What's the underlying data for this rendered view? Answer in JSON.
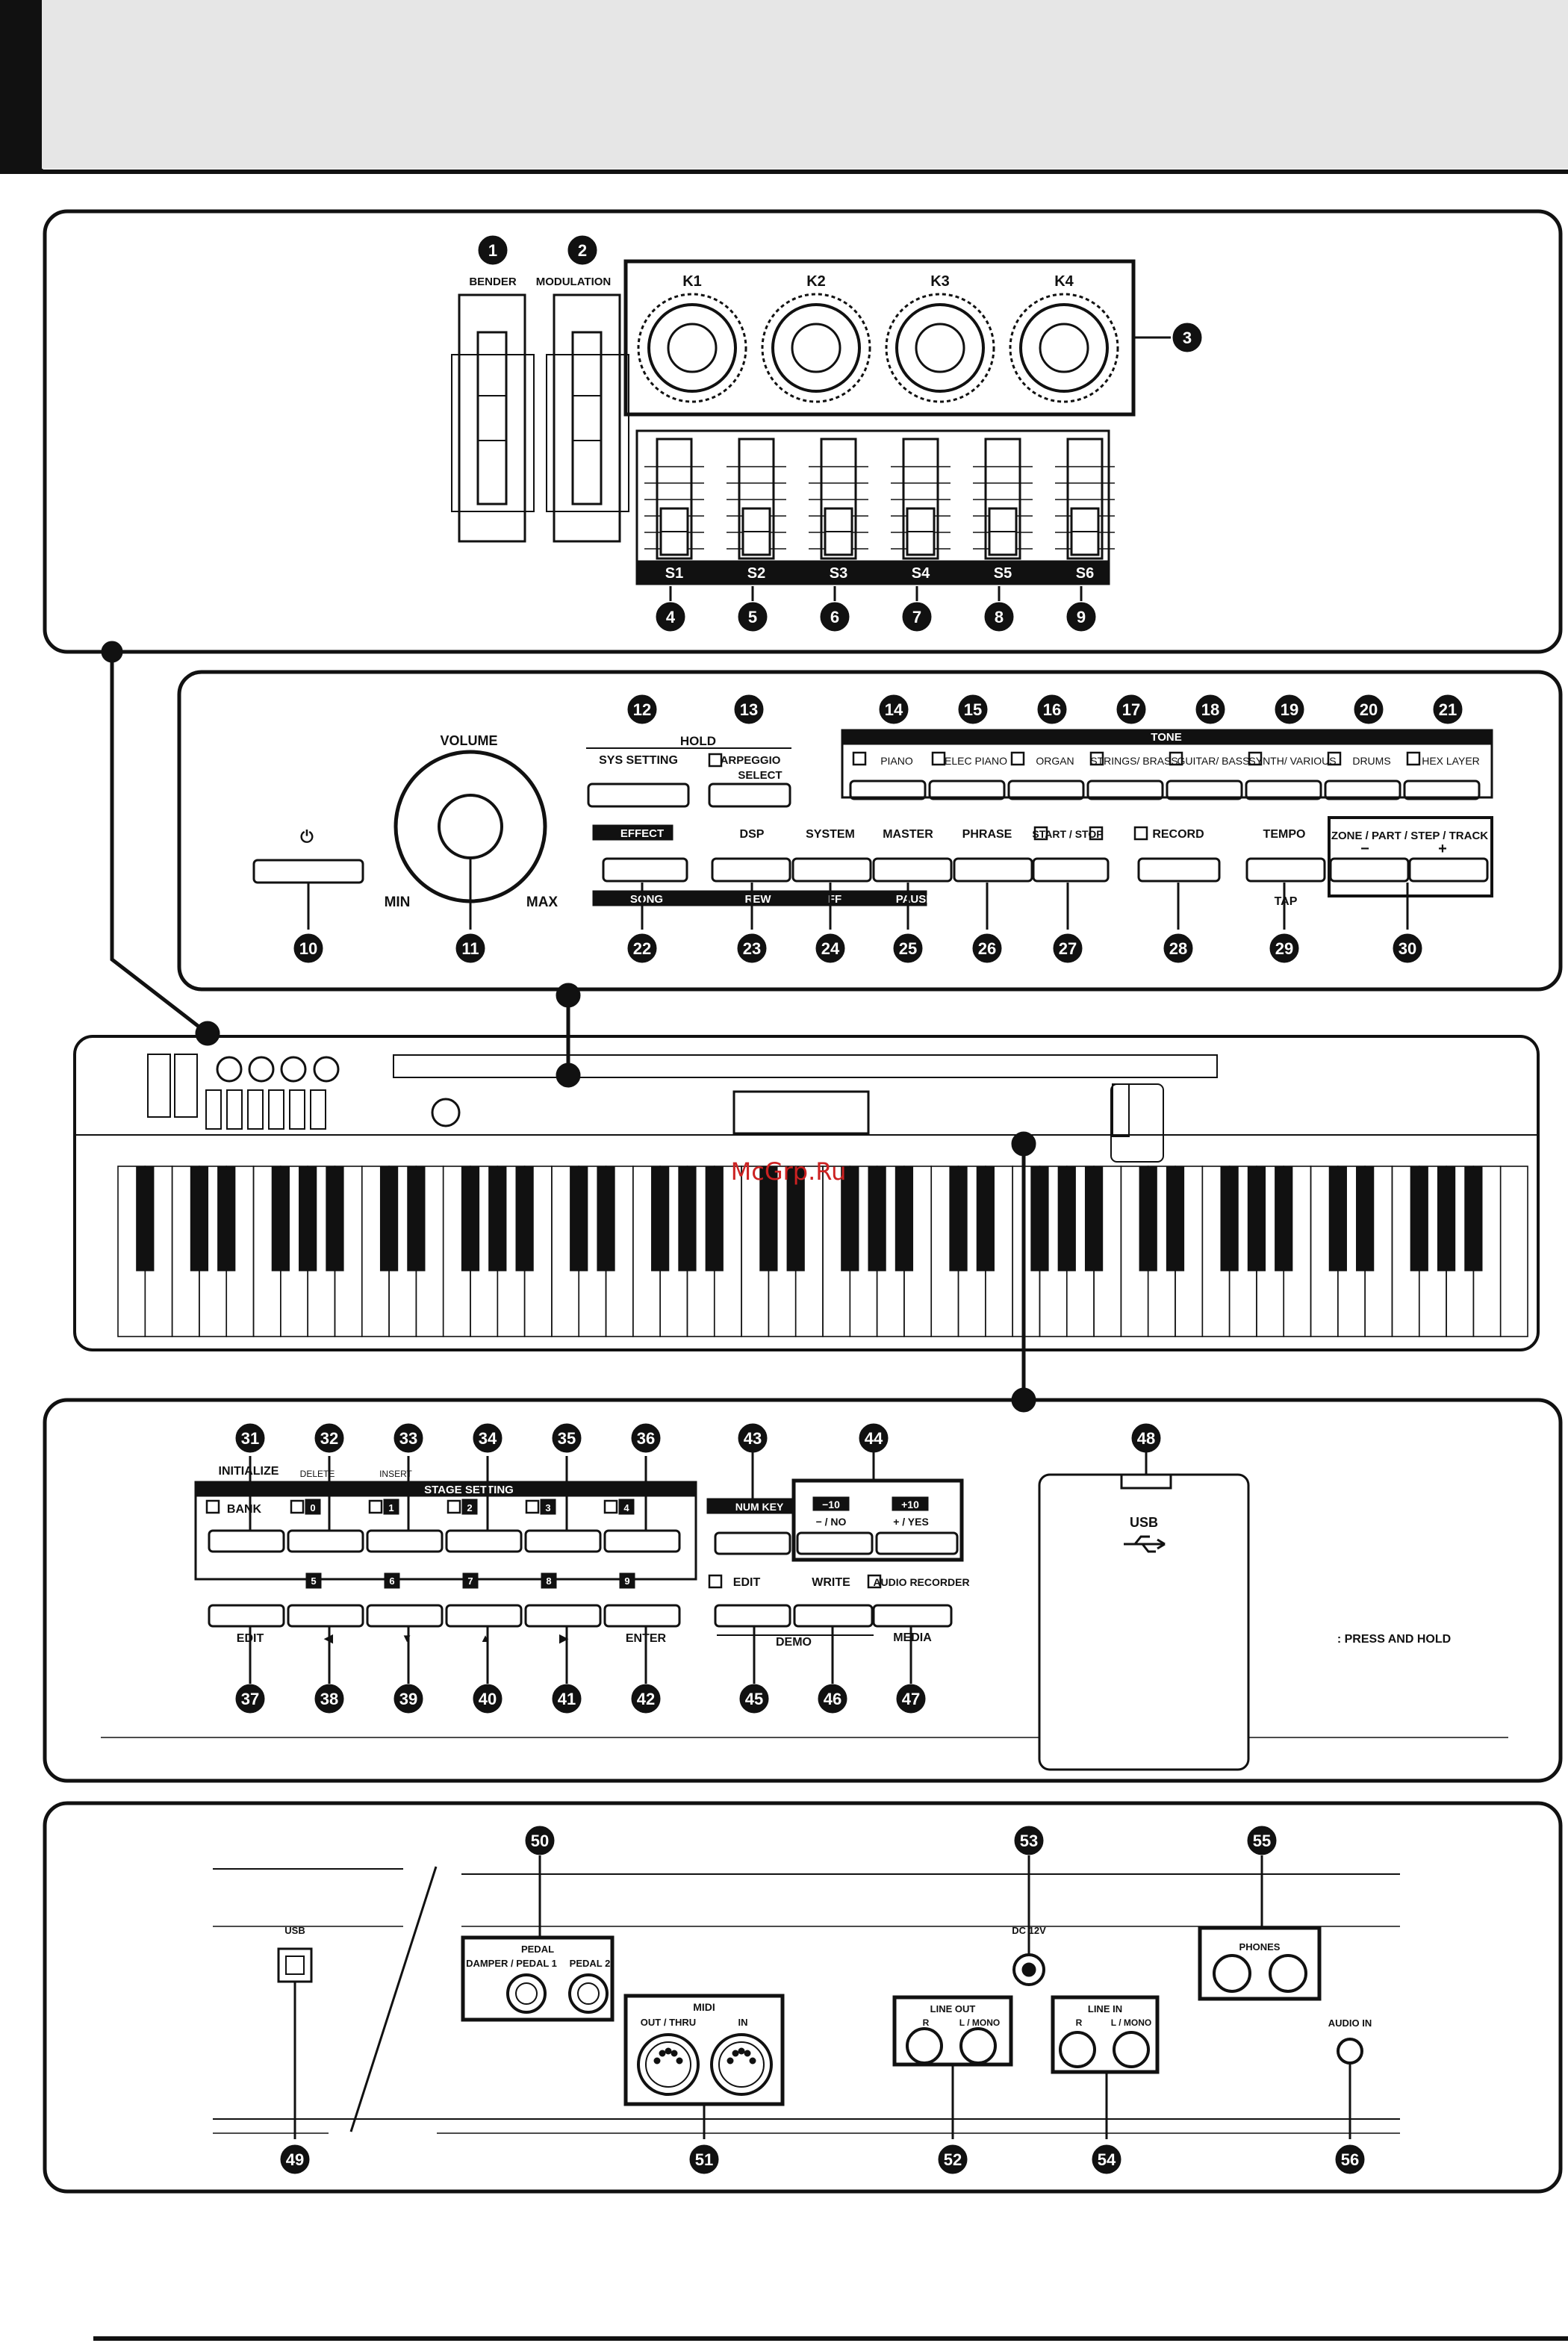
{
  "watermark": "McGrp.Ru",
  "top": {
    "bender": "BENDER",
    "modulation": "MODULATION",
    "knobs": [
      "K1",
      "K2",
      "K3",
      "K4"
    ],
    "sliders": [
      "S1",
      "S2",
      "S3",
      "S4",
      "S5",
      "S6"
    ]
  },
  "mid": {
    "volume": "VOLUME",
    "min": "MIN",
    "max": "MAX",
    "power": "⏻",
    "hold": "HOLD",
    "sys_setting": "SYS SETTING",
    "arpeggio": "ARPEGGIO",
    "select": "SELECT",
    "tone": "TONE",
    "tones": [
      "PIANO",
      "ELEC PIANO",
      "ORGAN",
      "STRINGS/ BRASS",
      "GUITAR/ BASS",
      "SYNTH/ VARIOUS",
      "DRUMS",
      "HEX LAYER"
    ],
    "effect": "EFFECT",
    "dsp": "DSP",
    "system": "SYSTEM",
    "master": "MASTER",
    "phrase": "PHRASE",
    "start_stop": "START / STOP",
    "record": "RECORD",
    "tempo": "TEMPO",
    "tap": "TAP",
    "zone": "ZONE / PART / STEP / TRACK",
    "minus": "−",
    "plus": "+",
    "song": "SONG",
    "rew": "REW",
    "ff": "FF",
    "pause": "PAUSE"
  },
  "low": {
    "initialize": "INITIALIZE",
    "delete": "DELETE",
    "insert": "INSERT",
    "stage_setting": "STAGE SETTING",
    "bank": "BANK",
    "digits_top": [
      "0",
      "1",
      "2",
      "3",
      "4"
    ],
    "digits_bottom": [
      "5",
      "6",
      "7",
      "8",
      "9"
    ],
    "edit": "EDIT",
    "enter": "ENTER",
    "arrows": [
      "◀",
      "▼",
      "▲",
      "▶"
    ],
    "num_key": "NUM KEY",
    "minus10": "−10",
    "plus10": "+10",
    "no": "− / NO",
    "yes": "+ / YES",
    "edit2": "EDIT",
    "write": "WRITE",
    "audio_recorder": "AUDIO RECORDER",
    "demo": "DEMO",
    "media": "MEDIA",
    "usb": "USB",
    "press_hold": ": PRESS AND HOLD"
  },
  "rear": {
    "usb": "USB",
    "pedal": "PEDAL",
    "damper": "DAMPER / PEDAL 1",
    "pedal2": "PEDAL 2",
    "midi": "MIDI",
    "out_thru": "OUT / THRU",
    "in": "IN",
    "dc": "DC 12V",
    "line_out": "LINE OUT",
    "line_in": "LINE IN",
    "r": "R",
    "l_mono": "L / MONO",
    "phones": "PHONES",
    "audio_in": "AUDIO IN"
  },
  "callouts": [
    "1",
    "2",
    "3",
    "4",
    "5",
    "6",
    "7",
    "8",
    "9",
    "10",
    "11",
    "12",
    "13",
    "14",
    "15",
    "16",
    "17",
    "18",
    "19",
    "20",
    "21",
    "22",
    "23",
    "24",
    "25",
    "26",
    "27",
    "28",
    "29",
    "30",
    "31",
    "32",
    "33",
    "34",
    "35",
    "36",
    "37",
    "38",
    "39",
    "40",
    "41",
    "42",
    "43",
    "44",
    "45",
    "46",
    "47",
    "48",
    "49",
    "50",
    "51",
    "52",
    "53",
    "54",
    "55",
    "56"
  ]
}
